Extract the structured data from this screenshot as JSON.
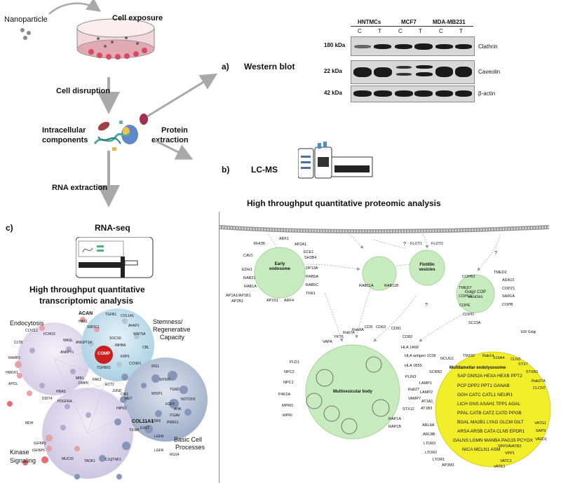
{
  "workflow": {
    "nanoparticle": "Nanoparticle",
    "cell_exposure": "Cell exposure",
    "cell_disruption": "Cell disruption",
    "intracellular_line1": "Intracellular",
    "intracellular_line2": "components",
    "protein_line1": "Protein",
    "protein_line2": "extraction",
    "rna_extraction": "RNA extraction"
  },
  "panel_a": {
    "letter": "a)",
    "title": "Western blot",
    "cell_lines": [
      "HNTMCs",
      "MCF7",
      "MDA-MB231"
    ],
    "lane_labels": [
      "C",
      "T",
      "C",
      "T",
      "C",
      "T"
    ],
    "rows": [
      {
        "kda": "180 kDa",
        "protein": "Clathrin"
      },
      {
        "kda": "22 kDa",
        "protein": "Caveolin"
      },
      {
        "kda": "42 kDa",
        "protein": "β-actin"
      }
    ]
  },
  "panel_b": {
    "letter": "b)",
    "title": "LC-MS",
    "heading": "High throughput quantitative proteomic analysis"
  },
  "panel_c": {
    "letter": "c)",
    "title": "RNA-seq",
    "heading_line1": "High throughput quantitative",
    "heading_line2": "transcriptomic analysis",
    "network": {
      "groups": [
        "Endocytosis",
        "Stemness/",
        "Regenerative",
        "Capacity",
        "Kinase",
        "Signaling",
        "Basic Cell",
        "Processes"
      ],
      "highlight_genes": [
        "ACAN",
        "COMP",
        "COL11A1"
      ],
      "genes": [
        "TGFB1",
        "COL1A1",
        "AFAP1",
        "WNT5A",
        "HAS1",
        "SMOC1",
        "CLTCL1",
        "FCHO2",
        "CLTB",
        "WASL",
        "ANGPT14",
        "SOCS5",
        "INHBA",
        "RAMP1",
        "ANKFY1",
        "TGFBR2",
        "KRP1",
        "CBL",
        "CCND1",
        "IRS1",
        "EP300",
        "TGM2",
        "NOTCH2",
        "AHR",
        "HMOX1",
        "APOL",
        "MIB1",
        "DMPK",
        "PAK2",
        "ECT2",
        "JUND",
        "CIB1",
        "MET",
        "WISP1",
        "FGF5",
        "ITGAV",
        "HRAS",
        "DDIT4",
        "PDGFRA",
        "HIPK2",
        "CDK6",
        "PRRX1",
        "IL6ST",
        "TXNIP",
        "LGFR",
        "LGFR",
        "MDH",
        "IGFBP2",
        "RGS4",
        "IGFBP5",
        "MUC20",
        "TAOK1",
        "C1QTNF1"
      ]
    }
  },
  "endocytosis": {
    "early_endosome": "Early\nendosome",
    "flotillin": "Flotillin\nvesicles",
    "golgi": "Golgi/ COP\nvesicles",
    "mvb": "Multivesicular body",
    "lysosome": "Multilamellar endolysosome",
    "question_mark": "?",
    "early_genes": [
      "RHOB",
      "ARF1",
      "AP2A1",
      "CAV1",
      "ECE1",
      "SH3B4",
      "EDH1",
      "DP13A",
      "RAB21",
      "RAB5A",
      "RAB1A",
      "RAB5C",
      "AP1A1/AP1B1",
      "TFR1",
      "AP2B1",
      "AP2S1",
      "ARF4"
    ],
    "rab11_genes": [
      "RAB11A",
      "RAB11B"
    ],
    "flotillin_genes": [
      "FLOT1",
      "FLOT2"
    ],
    "golgi_genes": [
      "COPB2",
      "TMED2",
      "ADA10",
      "TMED7",
      "COPZ1",
      "SAR1A",
      "COPG1",
      "COPB",
      "COPE",
      "COPD",
      "SC23A"
    ],
    "er_golgi": "ER/ Golgi",
    "mvb_genes": [
      "VAPA",
      "YKT6",
      "Rab7A",
      "Rab8A",
      "CD9",
      "CD63",
      "CD81",
      "CD82",
      "HLA 1A68",
      "HLA antigen 1C06",
      "HLA 1B55",
      "PLIN3",
      "Rab27",
      "VAMP7",
      "STX12",
      "PLD1",
      "NPC2",
      "NPC1",
      "P4K2A",
      "MPRD",
      "MPRI",
      "RAP1A",
      "RAP1B"
    ],
    "lyso_outer": [
      "NCUG1",
      "TM192",
      "Rab14",
      "S15A4",
      "SCRB2",
      "CLN3",
      "STX7",
      "STXB2",
      "Rab27A",
      "CLCN7",
      "LAMP1",
      "LAMP2",
      "AT1A1",
      "AT1B3",
      "VATG1",
      "SAP3",
      "VA0D1",
      "ARL8A",
      "ARL8B",
      "LTOR3",
      "LTOR2",
      "LTOR1",
      "AP3M1",
      "VATE1",
      "VATC1",
      "VPP1",
      "SPP2A",
      "VATB2"
    ],
    "lyso_rows": [
      "SAP DNS2A HEXA HEXB PPT2",
      "PCP DPP2 PPT1 GANAB",
      "GGH CATC CATL1 NEUR1",
      "LICH GNS ASAH1 TPP1 AGAL",
      "PPAL CATB CATZ CATD PPGB",
      "BGAL MA2B1 LYAG GLCM GILT",
      "ARSA ARSB CATA CLN5 EPDR1",
      "GALNS LGMN MANBA PAG15 PCYOX",
      "NICA MCLN1 ASM"
    ]
  },
  "colors": {
    "green_circle": "#c8ecc0",
    "green_border": "#a6d49c",
    "yellow_circle": "#f2ee2a",
    "arrow_gray": "#aaaaaa",
    "cluster_blue": "#b8d9ea",
    "cluster_lavender": "#ddd6ec",
    "cluster_gray_blue": "#aebbd3",
    "highlight_red": "#cc2222"
  }
}
